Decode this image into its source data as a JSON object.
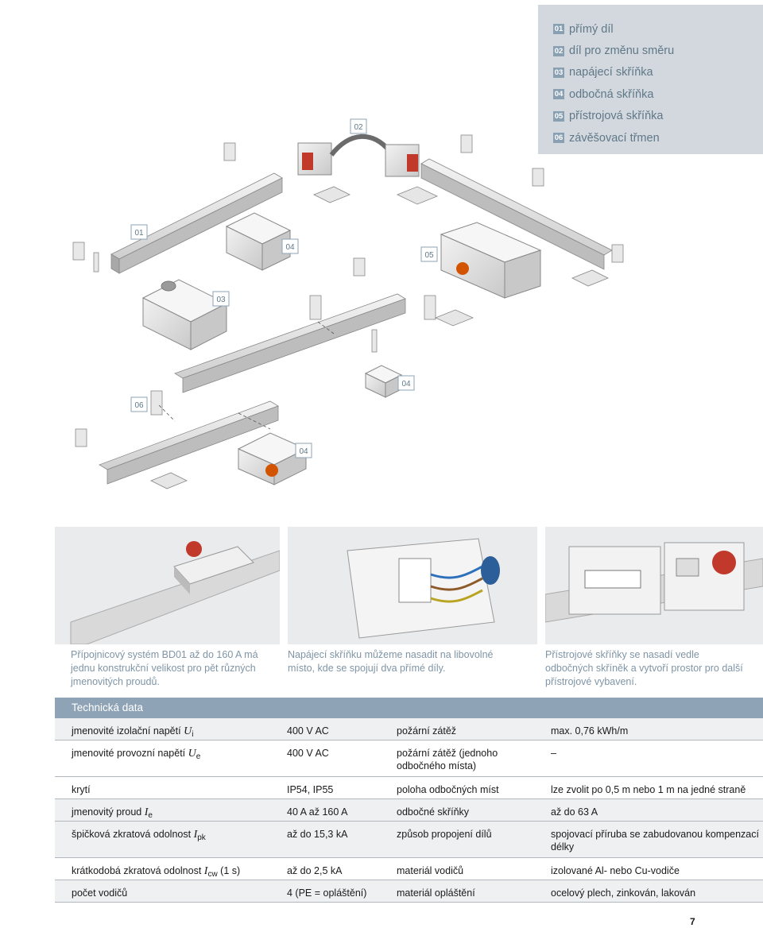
{
  "legend": [
    {
      "num": "01",
      "label": "přímý díl"
    },
    {
      "num": "02",
      "label": "díl pro změnu směru"
    },
    {
      "num": "03",
      "label": "napájecí skříňka"
    },
    {
      "num": "04",
      "label": "odbočná skříňka"
    },
    {
      "num": "05",
      "label": "přístrojová skříňka"
    },
    {
      "num": "06",
      "label": "závěšovací třmen"
    }
  ],
  "diagram_tags": [
    "02",
    "01",
    "04",
    "05",
    "03",
    "04",
    "06",
    "04"
  ],
  "captions": [
    "Přípojnicový systém BD01 až do 160 A má jednu konstrukční velikost pro pět různých jmenovitých proudů.",
    "Napájecí skříňku můžeme nasadit na libovolné místo, kde se spojují dva přímé díly.",
    "Přístrojové skříňky se nasadí vedle odbočných skříněk a vytvoří prostor pro další přístrojové vybavení."
  ],
  "tech": {
    "header": "Technická data",
    "rows": [
      {
        "c1": "jmenovité izolační napětí ",
        "sym": "U",
        "sub": "i",
        "tail": "",
        "c2": "400 V AC",
        "c3": "požární zátěž",
        "c4": "max. 0,76 kWh/m"
      },
      {
        "c1": "jmenovité provozní napětí ",
        "sym": "U",
        "sub": "e",
        "tail": "",
        "c2": "400 V AC",
        "c3": "požární zátěž (jednoho odbočného místa)",
        "c4": "–"
      },
      {
        "c1": "krytí",
        "sym": "",
        "sub": "",
        "tail": "",
        "c2": "IP54, IP55",
        "c3": "poloha odbočných míst",
        "c4": "lze zvolit po 0,5 m nebo 1 m na jedné straně"
      },
      {
        "c1": "jmenovitý proud ",
        "sym": "I",
        "sub": "e",
        "tail": "",
        "c2": "40 A až 160 A",
        "c3": "odbočné skříňky",
        "c4": "až do 63 A"
      },
      {
        "c1": "špičková zkratová odolnost ",
        "sym": "I",
        "sub": "pk",
        "tail": "",
        "c2": "až do 15,3 kA",
        "c3": "způsob propojení dílů",
        "c4": "spojovací příruba se zabudovanou kompenzací délky"
      },
      {
        "c1": "krátkodobá zkratová odolnost ",
        "sym": "I",
        "sub": "cw",
        "tail": " (1 s)",
        "c2": "až do 2,5 kA",
        "c3": "materiál vodičů",
        "c4": "izolované Al- nebo Cu-vodiče"
      },
      {
        "c1": "počet vodičů",
        "sym": "",
        "sub": "",
        "tail": "",
        "c2": "4 (PE = opláštění)",
        "c3": "materiál opláštění",
        "c4": "ocelový plech, zinkován, lakován"
      }
    ]
  },
  "page_number": "7"
}
